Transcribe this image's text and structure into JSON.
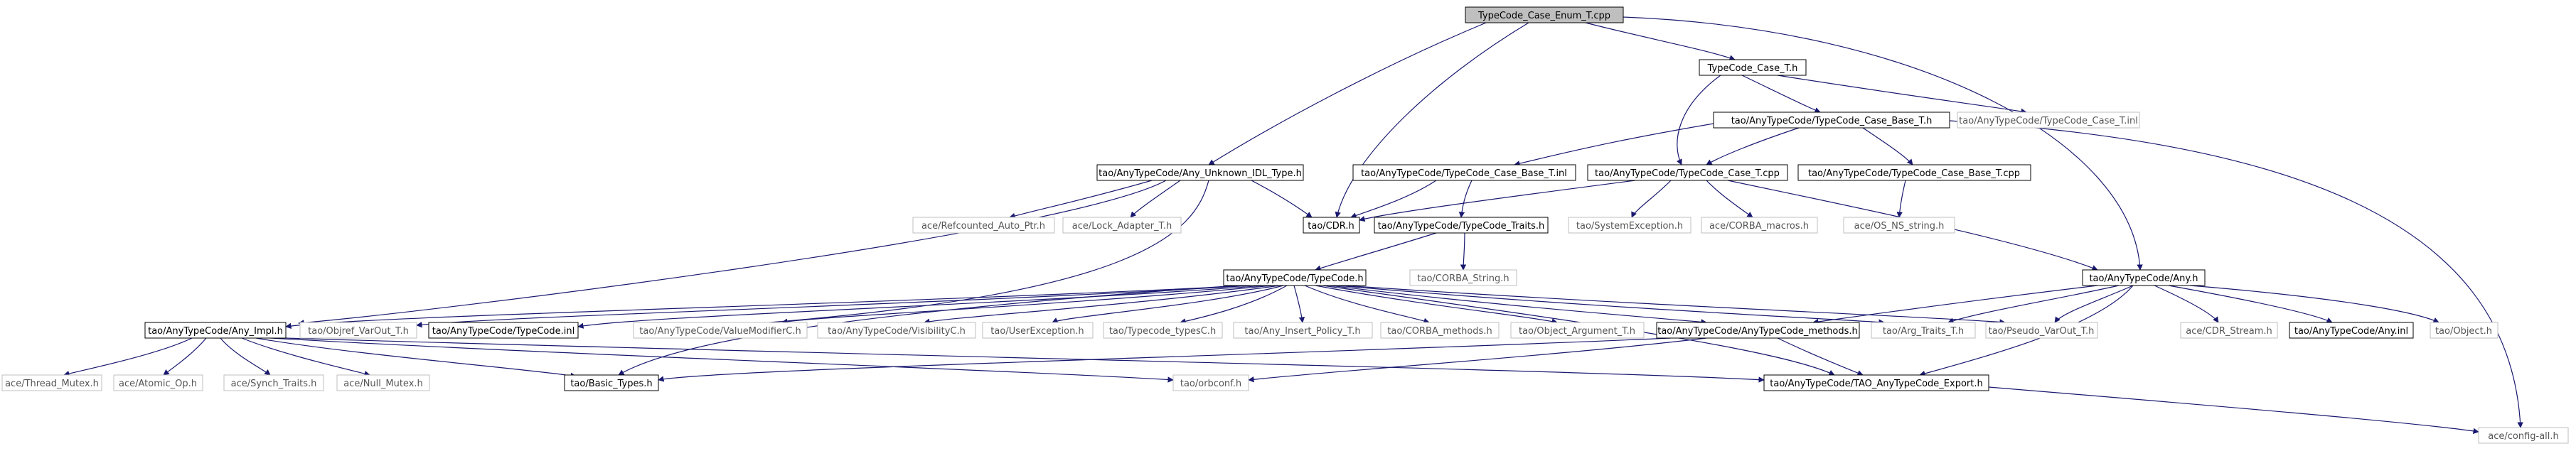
{
  "colors": {
    "edge": "#191970",
    "root_fill": "#bfbfbf",
    "box_border": "#000000",
    "plain_border": "#bfbfbf"
  },
  "nodes": {
    "root": "TypeCode_Case_Enum_T.cpp",
    "case_t_h": "TypeCode_Case_T.h",
    "any_unknown": "tao/AnyTypeCode/Any_Unknown_IDL_Type.h",
    "cdr": "tao/CDR.h",
    "case_base_h": "tao/AnyTypeCode/TypeCode_Case_Base_T.h",
    "case_t_inl": "tao/AnyTypeCode/TypeCode_Case_T.inl",
    "any_h": "tao/AnyTypeCode/Any.h",
    "case_base_inl": "tao/AnyTypeCode/TypeCode_Case_Base_T.inl",
    "case_t_cpp": "tao/AnyTypeCode/TypeCode_Case_T.cpp",
    "case_base_cpp": "tao/AnyTypeCode/TypeCode_Case_Base_T.cpp",
    "config_all": "ace/config-all.h",
    "refcounted": "ace/Refcounted_Auto_Ptr.h",
    "lock_adapter": "ace/Lock_Adapter_T.h",
    "tc_traits": "tao/AnyTypeCode/TypeCode_Traits.h",
    "sys_exc": "tao/SystemException.h",
    "corba_macros": "ace/CORBA_macros.h",
    "os_ns_string": "ace/OS_NS_string.h",
    "corba_string": "tao/CORBA_String.h",
    "typecode_h": "tao/AnyTypeCode/TypeCode.h",
    "any_impl": "tao/AnyTypeCode/Any_Impl.h",
    "objref_var": "tao/Objref_VarOut_T.h",
    "typecode_inl": "tao/AnyTypeCode/TypeCode.inl",
    "value_modifier": "tao/AnyTypeCode/ValueModifierC.h",
    "visibility": "tao/AnyTypeCode/VisibilityC.h",
    "user_exc": "tao/UserException.h",
    "typecode_types": "tao/Typecode_typesC.h",
    "any_insert": "tao/Any_Insert_Policy_T.h",
    "corba_methods": "tao/CORBA_methods.h",
    "object_arg": "tao/Object_Argument_T.h",
    "anytc_methods": "tao/AnyTypeCode/AnyTypeCode_methods.h",
    "arg_traits": "tao/Arg_Traits_T.h",
    "pseudo_var": "tao/Pseudo_VarOut_T.h",
    "cdr_stream": "ace/CDR_Stream.h",
    "any_inl": "tao/AnyTypeCode/Any.inl",
    "object_h": "tao/Object.h",
    "thread_mutex": "ace/Thread_Mutex.h",
    "atomic_op": "ace/Atomic_Op.h",
    "synch_traits": "ace/Synch_Traits.h",
    "null_mutex": "ace/Null_Mutex.h",
    "basic_types": "tao/Basic_Types.h",
    "orbconf": "tao/orbconf.h",
    "tao_export": "tao/AnyTypeCode/TAO_AnyTypeCode_Export.h"
  }
}
